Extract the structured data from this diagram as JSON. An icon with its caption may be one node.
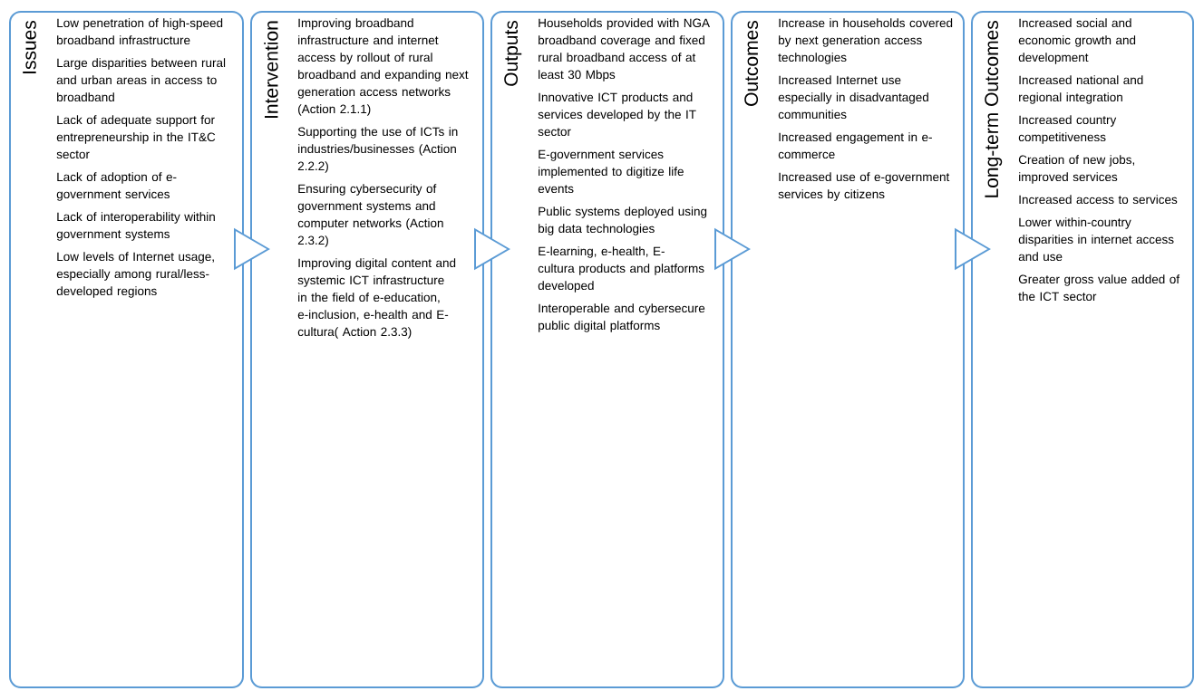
{
  "diagram": {
    "nodes": [
      {
        "text": [
          "Issues",
          "Low penetration of high-speed broadband infrastructure",
          "Large disparities between rural and urban areas in access to broadband",
          "Lack of adequate support for entrepreneurship in the IT&C sector",
          "Lack of adoption of e-government services",
          "Lack of interoperability within government systems",
          "Low levels of Internet usage, especially among rural/less-developed regions"
        ]
      },
      {
        "text": [
          "Intervention",
          "Improving broadband infrastructure and internet access by rollout of rural broadband and expanding next generation access networks (Action 2.1.1)",
          "Supporting the use of ICTs in industries/businesses (Action 2.2.2)",
          "Ensuring cybersecurity of government systems and computer networks (Action 2.3.2)",
          "Improving digital content and systemic ICT infrastructure in the field of e-education, e-inclusion, e-health and E-cultura( Action 2.3.3)"
        ]
      },
      {
        "text": [
          "Outputs",
          "Households provided with NGA broadband coverage and fixed rural broadband access of at least 30 Mbps",
          "Innovative ICT products and services developed by the IT sector",
          "E-government services implemented to digitize life events",
          "Public systems deployed using big data technologies",
          "E-learning, e-health, E-cultura products and platforms developed",
          "Interoperable and cybersecure public digital platforms"
        ]
      },
      {
        "text": [
          "Outcomes",
          "Increase in households covered by next generation access technologies",
          "Increased Internet use especially in disadvantaged communities",
          "Increased engagement in e-commerce",
          "Increased use of e-government services by citizens"
        ]
      },
      {
        "text": [
          "Long-term Outcomes",
          "Increased social and economic growth and development",
          "Increased national and regional integration",
          "Increased country competitiveness",
          "Creation of new jobs, improved services",
          "Increased access to services",
          "Lower within-country disparities in internet access and use",
          "Greater gross value added of the ICT sector"
        ]
      }
    ],
    "edges": [
      {
        "from": 0,
        "to": 1,
        "arrow": "to"
      },
      {
        "from": 1,
        "to": 2,
        "arrow": "to"
      },
      {
        "from": 2,
        "to": 3,
        "arrow": "to"
      },
      {
        "from": 3,
        "to": 4,
        "arrow": "to"
      }
    ]
  }
}
